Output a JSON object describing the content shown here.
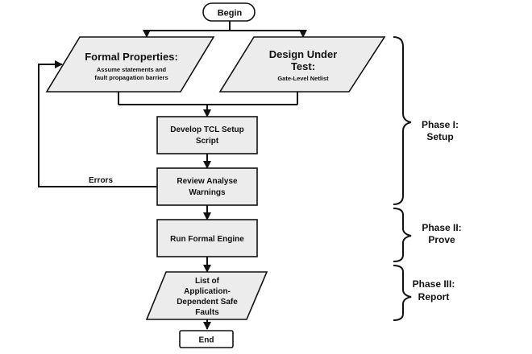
{
  "nodes": {
    "begin": {
      "label": "Begin"
    },
    "formal_properties": {
      "title": "Formal Properties:",
      "sub_line1": "Assume statements and",
      "sub_line2": "fault propagation barriers"
    },
    "design_under_test": {
      "title_line1": "Design Under",
      "title_line2": "Test:",
      "sub": "Gate-Level Netlist"
    },
    "develop_tcl": {
      "line1": "Develop TCL Setup",
      "line2": "Script"
    },
    "review_analyse": {
      "line1": "Review Analyse",
      "line2": "Warnings"
    },
    "run_formal": {
      "label": "Run Formal Engine"
    },
    "list_faults": {
      "line1": "List of",
      "line2": "Application-",
      "line3": "Dependent Safe",
      "line4": "Faults"
    },
    "end": {
      "label": "End"
    }
  },
  "edges": {
    "errors_label": "Errors"
  },
  "phases": [
    {
      "line1": "Phase I:",
      "line2": "Setup"
    },
    {
      "line1": "Phase II:",
      "line2": "Prove"
    },
    {
      "line1": "Phase III:",
      "line2": "Report"
    }
  ],
  "colors": {
    "box_fill": "#ececec",
    "stroke": "#111111",
    "terminal_fill": "#ffffff"
  }
}
